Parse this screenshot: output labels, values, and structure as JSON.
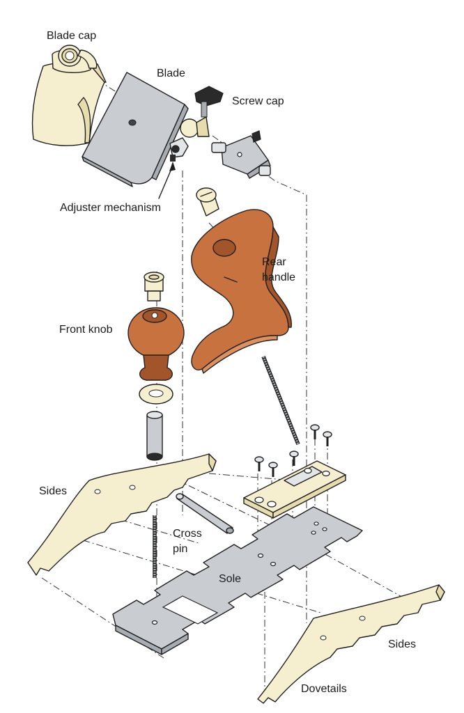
{
  "labels": {
    "blade_cap": "Blade cap",
    "blade": "Blade",
    "screw_cap": "Screw cap",
    "adjuster_mechanism": "Adjuster mechanism",
    "rear_handle_line1": "Rear",
    "rear_handle_line2": "handle",
    "front_knob": "Front knob",
    "sides_left": "Sides",
    "cross_pin_line1": "Cross",
    "cross_pin_line2": "pin",
    "sole": "Sole",
    "sides_right": "Sides",
    "dovetails": "Dovetails"
  },
  "colors": {
    "cream": "#f6efcf",
    "steel": "#c9cdd2",
    "wood": "#c8733f",
    "line": "#1f1f1f"
  }
}
